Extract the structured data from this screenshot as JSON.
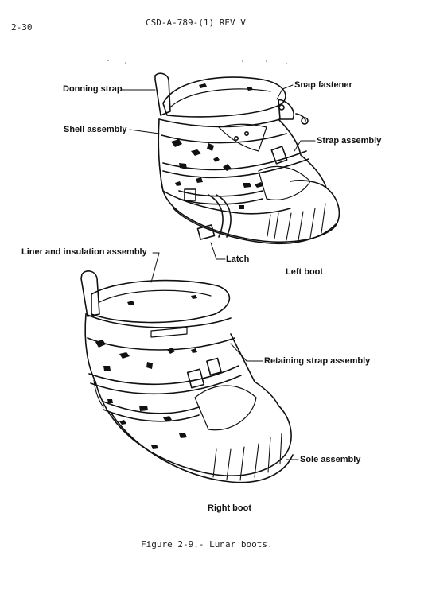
{
  "header": {
    "page_number": "2-30",
    "document_id": "CSD-A-789-(1) REV V"
  },
  "labels": {
    "donning_strap": "Donning strap",
    "snap_fastener": "Snap fastener",
    "shell_assembly": "Shell assembly",
    "strap_assembly": "Strap assembly",
    "liner_insulation": "Liner and insulation assembly",
    "latch": "Latch",
    "left_boot": "Left boot",
    "retaining_strap": "Retaining strap assembly",
    "sole_assembly": "Sole assembly",
    "right_boot": "Right boot"
  },
  "caption": "Figure 2-9.- Lunar boots."
}
